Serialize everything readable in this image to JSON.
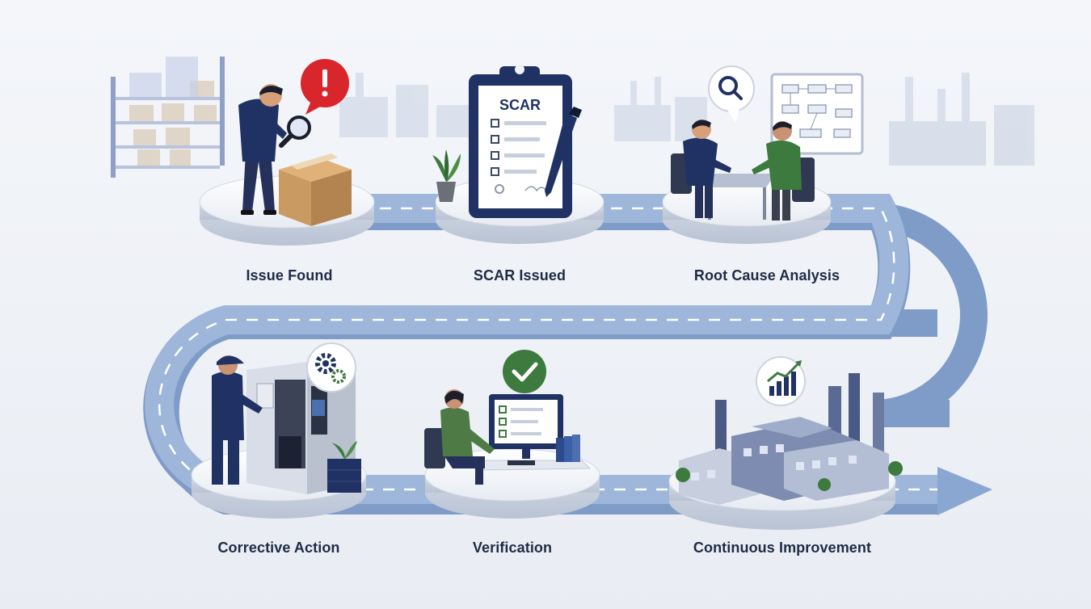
{
  "stages": [
    {
      "label": "Issue Found"
    },
    {
      "label": "SCAR Issued"
    },
    {
      "label": "Root Cause Analysis"
    },
    {
      "label": "Corrective Action"
    },
    {
      "label": "Verification"
    },
    {
      "label": "Continuous Improvement"
    }
  ],
  "clipboard": {
    "title": "SCAR"
  },
  "colors": {
    "road": "#9db6da",
    "road_edge": "#7f9cc8",
    "navy": "#1f3263",
    "alert": "#d9252c",
    "success": "#3d7a3d",
    "box": "#c99a62",
    "platform": "#f3f5f9",
    "label": "#1d2b45"
  },
  "icons": [
    "alert-icon",
    "magnifier-icon",
    "clipboard-icon",
    "pen-icon",
    "search-bubble-icon",
    "gears-icon",
    "checkmark-icon",
    "growth-chart-icon"
  ]
}
